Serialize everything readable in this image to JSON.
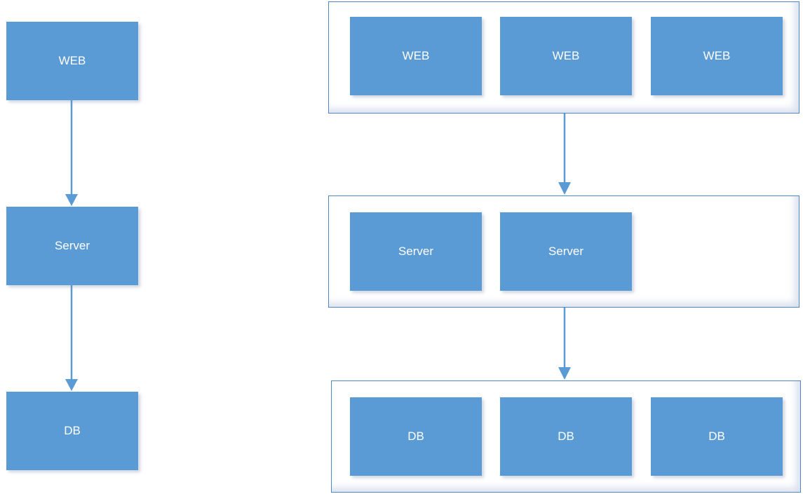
{
  "left_stack": {
    "web": "WEB",
    "server": "Server",
    "db": "DB"
  },
  "right_stack": {
    "web_group": [
      "WEB",
      "WEB",
      "WEB"
    ],
    "server_group": [
      "Server",
      "Server"
    ],
    "db_group": [
      "DB",
      "DB",
      "DB"
    ]
  },
  "colors": {
    "node_fill": "#5b9bd5",
    "arrow": "#5b9bd5",
    "group_border": "#4f86c6"
  }
}
